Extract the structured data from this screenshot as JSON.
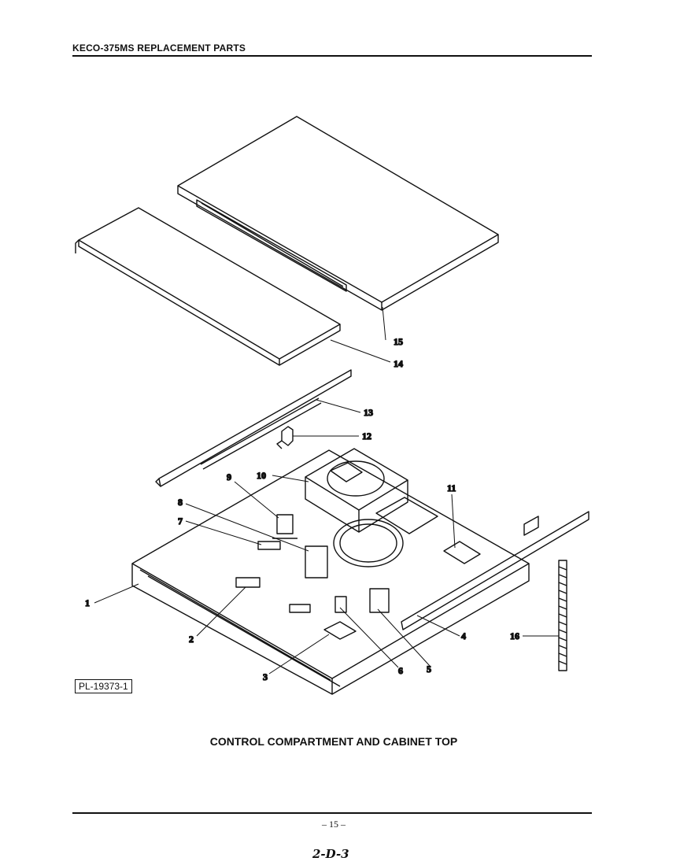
{
  "header": {
    "title": "KECO-375MS REPLACEMENT PARTS"
  },
  "callouts": [
    "1",
    "2",
    "3",
    "4",
    "5",
    "6",
    "7",
    "8",
    "9",
    "10",
    "11",
    "12",
    "13",
    "14",
    "15",
    "16"
  ],
  "plate_id": "PL-19373-1",
  "caption": "CONTROL COMPARTMENT AND CABINET TOP",
  "page_number": "– 15 –",
  "handwritten_note": "2-D-3"
}
